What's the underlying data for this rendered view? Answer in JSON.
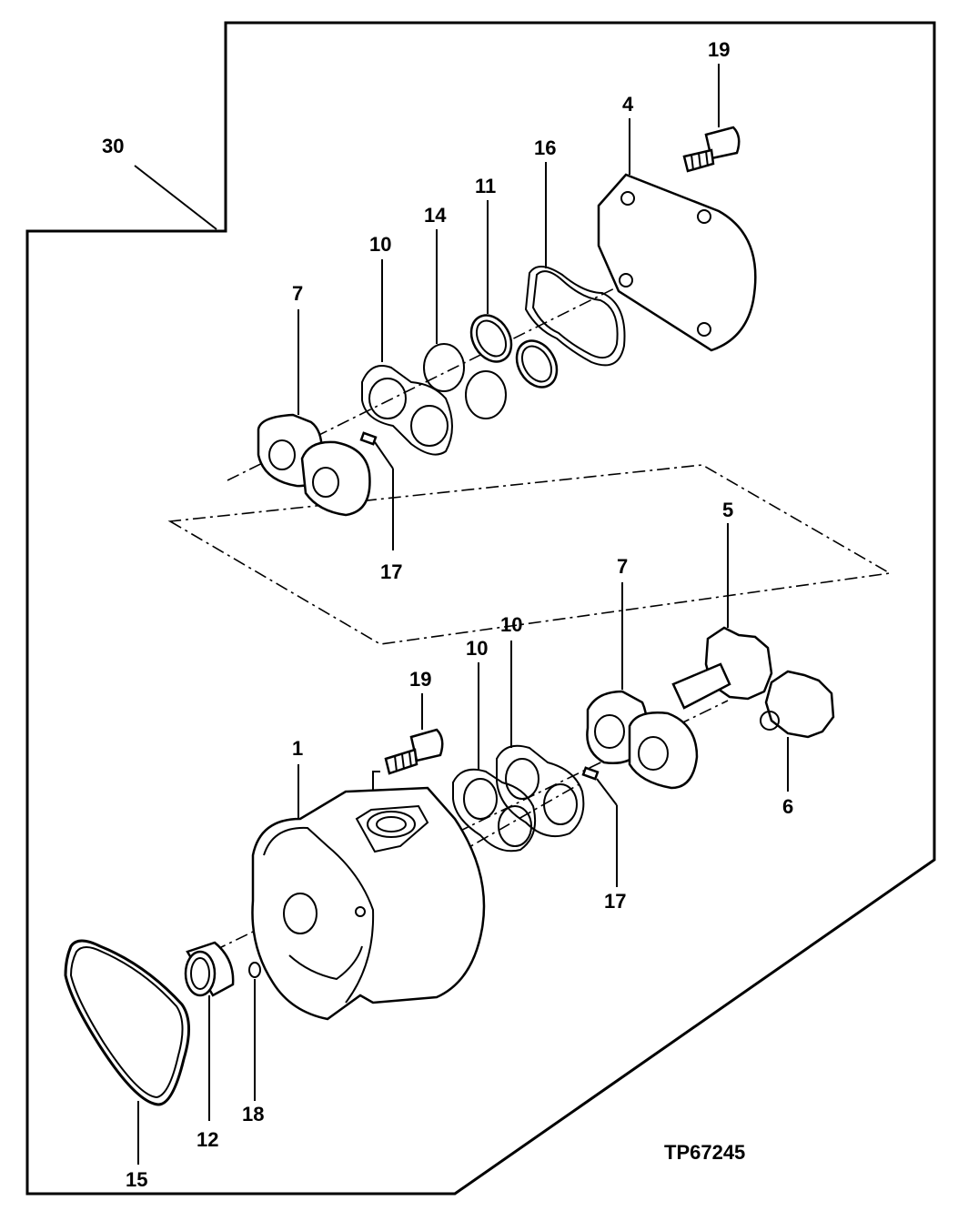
{
  "labels": {
    "l30": "30",
    "l19a": "19",
    "l4": "4",
    "l16": "16",
    "l11": "11",
    "l14": "14",
    "l10a": "10",
    "l7a": "7",
    "l17a": "17",
    "l5": "5",
    "l7b": "7",
    "l10b": "10",
    "l10c": "10",
    "l19b": "19",
    "l1": "1",
    "l6": "6",
    "l17b": "17",
    "l12": "12",
    "l18": "18",
    "l15": "15"
  },
  "reference": "TP67245"
}
